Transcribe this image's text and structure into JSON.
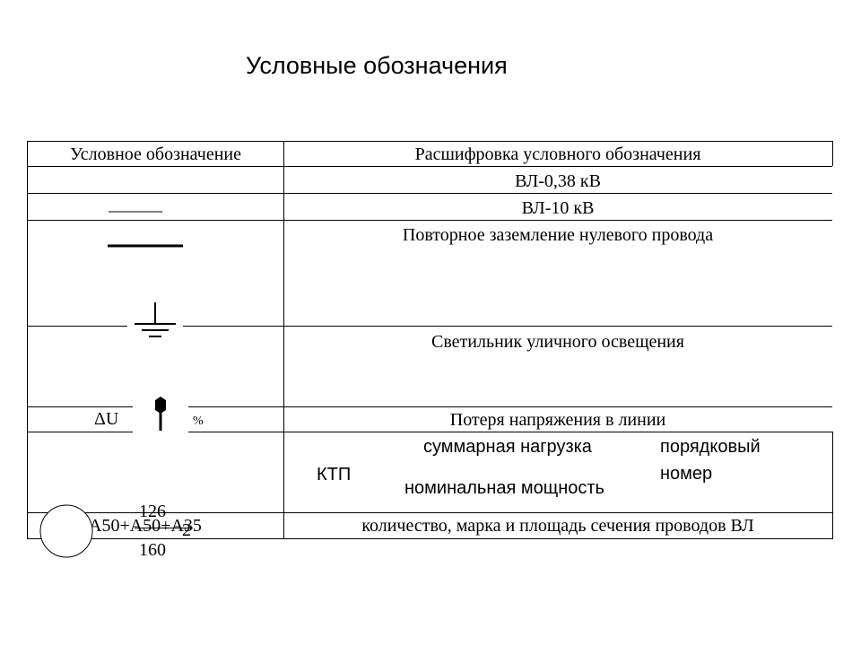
{
  "title": "Условные обозначения",
  "table": {
    "header_left": "Условное обозначение",
    "header_right": "Расшифровка условного обозначения",
    "rows": [
      {
        "symbol": "",
        "description": "ВЛ-0,38 кВ"
      },
      {
        "symbol": "______",
        "description": "ВЛ-10 кВ"
      },
      {
        "symbol": "",
        "description": "Повторное заземление нулевого провода"
      },
      {
        "symbol": "",
        "description": "Светильник уличного освещения"
      },
      {
        "symbol": "ΔU",
        "symbol_suffix": "%",
        "description": "Потеря напряжения в линии"
      },
      {
        "symbol": "",
        "description_parts": {
          "ktp": "КТП",
          "total_load": "суммарная нагрузка",
          "rated_power": "номинальная мощность",
          "serial_number_line1": "порядковый",
          "serial_number_line2": "номер"
        }
      },
      {
        "symbol": "А50+А50+А35",
        "description": "количество, марка и площадь сечения проводов ВЛ"
      }
    ],
    "ktp_symbol": {
      "top": "126",
      "right": "2",
      "bottom": "160"
    }
  },
  "icons": [
    "bold-line-icon",
    "ground-icon",
    "street-light-icon",
    "ktp-circle-icon"
  ]
}
